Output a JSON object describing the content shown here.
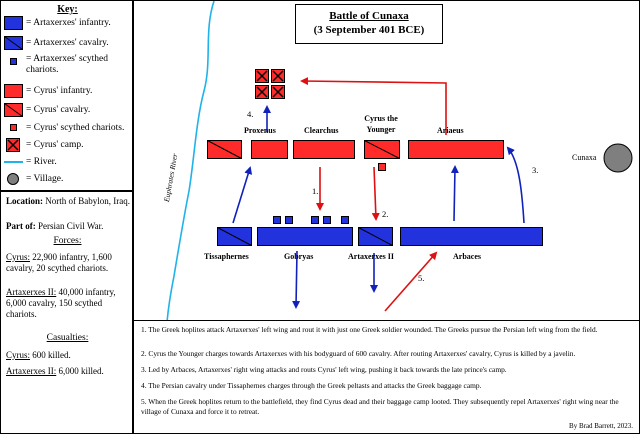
{
  "key": {
    "title": "Key:",
    "items": [
      {
        "label": "= Artaxerxes' infantry.",
        "icon": "blue-infantry-square",
        "color": "#2233dd"
      },
      {
        "label": "= Artaxerxes' cavalry.",
        "icon": "blue-cavalry-square",
        "color": "#2233dd"
      },
      {
        "label": "= Artaxerxes' scythed chariots.",
        "icon": "blue-chariot-square",
        "color": "#2233dd"
      },
      {
        "label": "= Cyrus' infantry.",
        "icon": "red-infantry-square",
        "color": "#ff2a2a"
      },
      {
        "label": "= Cyrus' cavalry.",
        "icon": "red-cavalry-square",
        "color": "#ff2a2a"
      },
      {
        "label": "= Cyrus' scythed chariots.",
        "icon": "red-chariot-square",
        "color": "#ff2a2a"
      },
      {
        "label": "= Cyrus' camp.",
        "icon": "red-camp-square",
        "color": "#ff2a2a"
      },
      {
        "label": "= River.",
        "icon": "river-line",
        "color": "#1fb3ea"
      },
      {
        "label": "= Village.",
        "icon": "village-circle",
        "color": "#7f7f7f"
      }
    ]
  },
  "info": {
    "location_label": "Location:",
    "location_value": "North of Babylon, Iraq.",
    "part_label": "Part of:",
    "part_value": "Persian Civil War.",
    "forces_header": "Forces:",
    "cyrus_label": "Cyrus:",
    "cyrus_forces": "22,900 infantry, 1,600 cavalry, 20 scythed chariots.",
    "artax_label": "Artaxerxes II:",
    "artax_forces": "40,000 infantry, 6,000 cavalry, 150 scythed chariots.",
    "casualties_header": "Casualties:",
    "cyrus_cas_label": "Cyrus:",
    "cyrus_cas": "600 killed.",
    "artax_cas_label": "Artaxerxes II:",
    "artax_cas": "6,000 killed."
  },
  "map": {
    "title_line1": "Battle of Cunaxa",
    "title_line2": "(3 September 401 BCE)",
    "river_label": "Euphrates River",
    "village_label": "Cunaxa",
    "units": {
      "proxenus": "Proxenus",
      "clearchus": "Clearchus",
      "cyrus": "Cyrus the Younger",
      "ariaeus": "Ariaeus",
      "tissaphernes": "Tissaphernes",
      "gobryas": "Gobryas",
      "artaxerxes": "Artaxerxes II",
      "arbaces": "Arbaces"
    },
    "step_numbers": [
      "1.",
      "2.",
      "3.",
      "4.",
      "5."
    ],
    "colors": {
      "cyrus": "#ff2a2a",
      "artaxerxes": "#2233dd",
      "river": "#1fb3ea",
      "village": "#7f7f7f",
      "arrow_red": "#dd1111",
      "arrow_blue": "#1122bb"
    }
  },
  "notes": [
    "1. The Greek hoplites attack Artaxerxes' left wing and rout it with just one Greek soldier wounded. The Greeks pursue the Persian left wing from the field.",
    "2. Cyrus the Younger charges towards Artaxerxes with his bodyguard of 600 cavalry. After routing Artaxerxes' cavalry, Cyrus is killed by a javelin.",
    "3. Led by Arbaces, Artaxerxes' right wing attacks and routs Cyrus' left wing, pushing it back towards the late prince's camp.",
    "4. The Persian cavalry under Tissaphernes charges through the Greek peltasts and attacks the Greek baggage camp.",
    "5. When the Greek hoplites return to the battlefield, they find Cyrus dead and their baggage camp looted. They subsequently repel Artaxerxes' right wing near the village of Cunaxa and force it to retreat."
  ],
  "credit": "By Brad Barrett, 2023."
}
